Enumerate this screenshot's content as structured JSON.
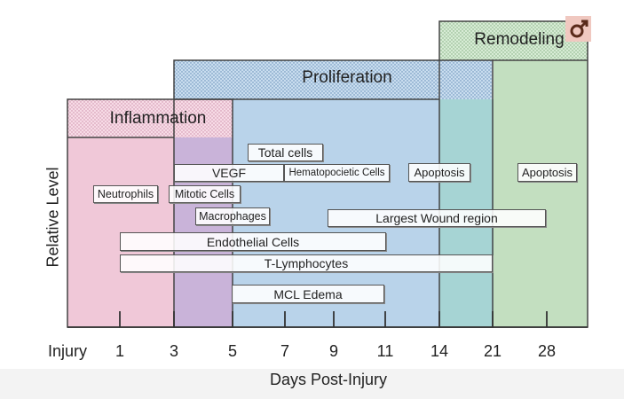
{
  "axes": {
    "ylabel": "Relative Level",
    "xlabel": "Days Post-Injury",
    "ticks": [
      "Injury",
      "1",
      "3",
      "5",
      "7",
      "9",
      "11",
      "14",
      "21",
      "28"
    ]
  },
  "phases": {
    "inflammation": "Inflammation",
    "proliferation": "Proliferation",
    "remodeling": "Remodeling"
  },
  "labels": {
    "total_cells": "Total cells",
    "vegf": "VEGF",
    "hematopoietic": "Hematopocietic Cells",
    "apoptosis_1": "Apoptosis",
    "apoptosis_2": "Apoptosis",
    "neutrophils": "Neutrophils",
    "mitotic": "Mitotic Cells",
    "macrophages": "Macrophages",
    "largest_wound": "Largest Wound region",
    "endothelial": "Endothelial Cells",
    "t_lymphocytes": "T-Lymphocytes",
    "mcl_edema": "MCL Edema"
  },
  "colors": {
    "inflammation": "#f0c8d8",
    "mitotic_band": "#c9b3d9",
    "proliferation": "#b9d3ea",
    "transition": "#a6d4d4",
    "remodeling": "#c3dfc0",
    "badge": "#f0c8c0"
  },
  "icons": {
    "badge": "venus-mars-icon"
  }
}
